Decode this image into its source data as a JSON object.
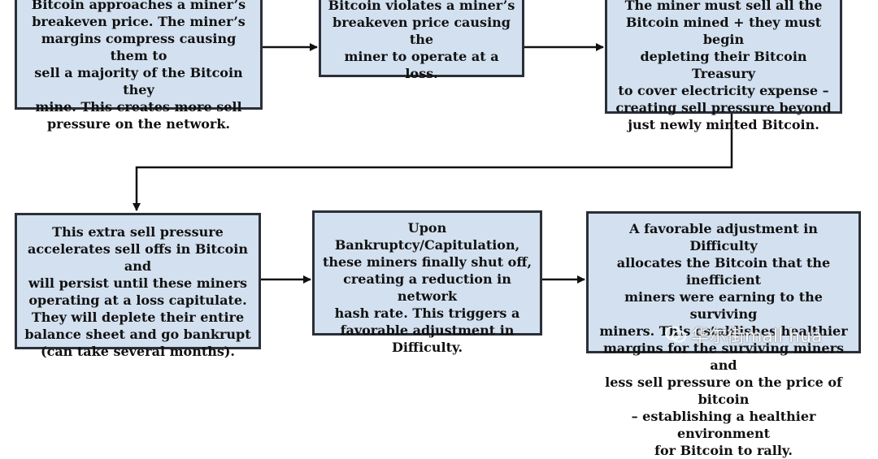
{
  "diagram": {
    "boxes": [
      {
        "id": "b1",
        "text": "Bitcoin approaches a miner’s\nbreakeven price. The miner’s\nmargins compress causing them to\nsell a majority of the Bitcoin they\nmine. This creates more sell\npressure on the network."
      },
      {
        "id": "b2",
        "text": "Bitcoin violates a miner’s\nbreakeven price causing the\nminer to operate at a loss."
      },
      {
        "id": "b3",
        "text": "The miner must sell all the\nBitcoin mined + they must begin\ndepleting their Bitcoin Treasury\nto cover electricity expense –\ncreating sell pressure beyond\njust newly minted Bitcoin."
      },
      {
        "id": "b4",
        "text": "This extra sell pressure\naccelerates sell offs in Bitcoin and\nwill persist until these miners\noperating at a loss capitulate.\nThey will deplete their entire\nbalance sheet and go bankrupt\n(can take several months)."
      },
      {
        "id": "b5",
        "text": "Upon Bankruptcy/Capitulation,\nthese miners finally shut off,\ncreating a reduction in network\nhash rate. This triggers a\nfavorable adjustment in\nDifficulty."
      },
      {
        "id": "b6",
        "text": "A favorable adjustment in Difficulty\nallocates the Bitcoin that the inefficient\nminers were earning to the surviving\nminers. This establishes healthier\nmargins for the surviving miners and\nless sell pressure on the price of bitcoin\n– establishing a healthier environment\nfor Bitcoin to rally."
      }
    ],
    "colors": {
      "box_fill": "#d3e0ef",
      "border": "#2a2f38",
      "arrow": "#111111"
    }
  },
  "watermark": {
    "text": "华尔街mall hua",
    "icon": "wechat-icon"
  }
}
